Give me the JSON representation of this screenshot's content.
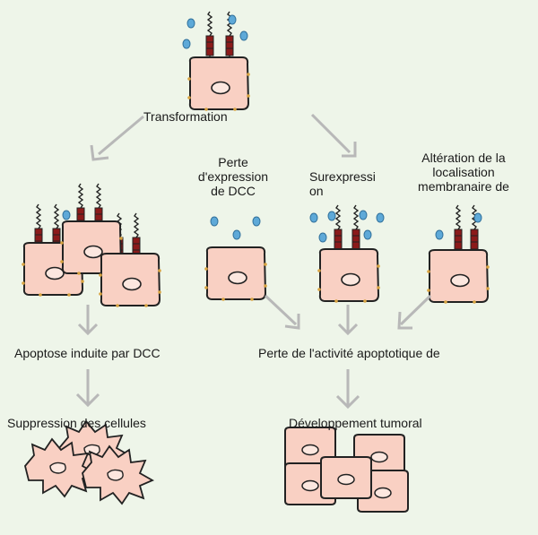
{
  "labels": {
    "transformation": "Transformation",
    "loss_expression": [
      "Perte",
      "d'expression",
      "de DCC"
    ],
    "overexpression": [
      "Surexpressi",
      "on"
    ],
    "localization": [
      "Altération de la",
      "localisation",
      "membranaire de"
    ],
    "apoptosis_dcc": "Apoptose induite par DCC",
    "loss_activity": "Perte de l'activité apoptotique de",
    "suppression": "Suppression des cellules",
    "development": "Développement tumoral"
  },
  "colors": {
    "background": "#eef5e9",
    "cell_fill": "#f9d0c3",
    "cell_outline": "#222222",
    "nucleus_fill": "#fce7df",
    "receptor": "#8b1a1a",
    "ligand": "#5ea9d8",
    "membrane_dots": "#d9a441",
    "arrow": "#b8b8b8"
  }
}
